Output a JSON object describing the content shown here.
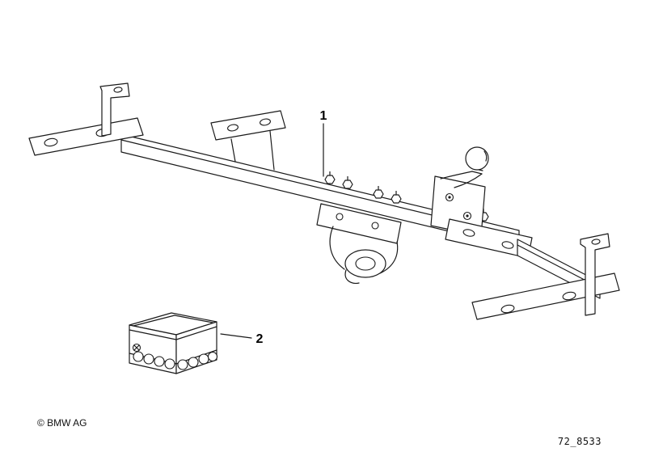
{
  "diagram": {
    "callouts": [
      {
        "label": "1"
      },
      {
        "label": "2"
      }
    ],
    "footer": {
      "copyright": "© BMW AG",
      "drawing_number": "72_8533"
    },
    "colors": {
      "line": "#1a1a1a",
      "background": "#ffffff"
    }
  }
}
